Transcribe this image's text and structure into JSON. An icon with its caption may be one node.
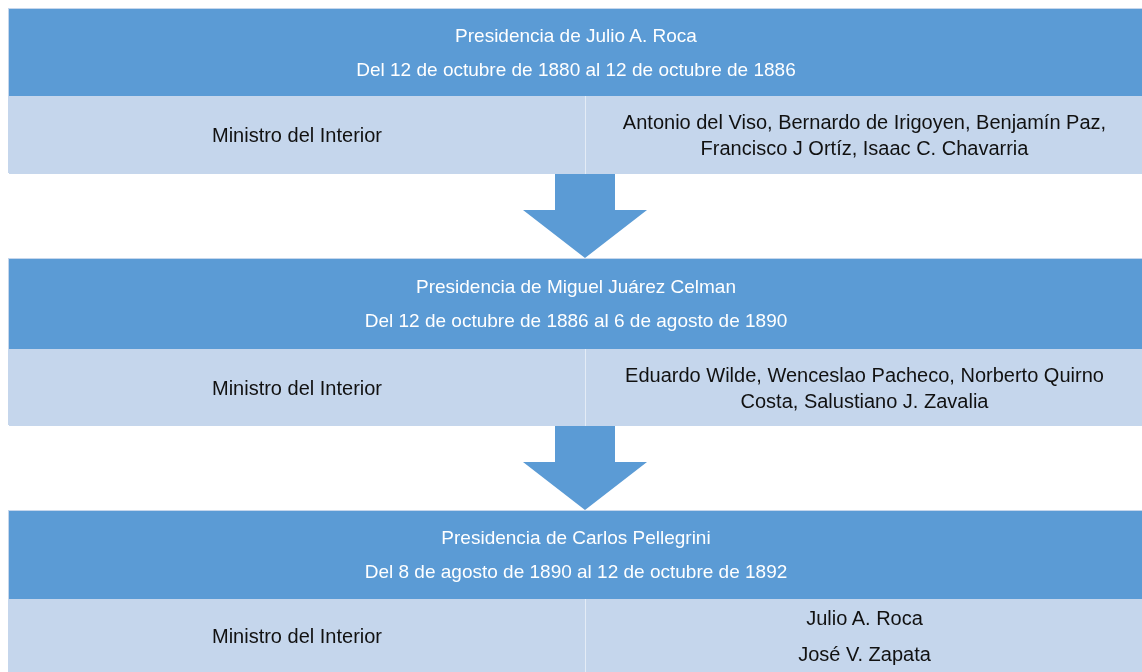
{
  "diagram": {
    "nodes": [
      {
        "text": [],
        "shape": "box"
      },
      {
        "text": [
          "Presidencia de Julio A. Roca",
          "Del 12 de octubre de 1880 al 12 de octubre de 1886"
        ],
        "in": 0
      },
      {
        "text": [
          "Ministro del Interior"
        ],
        "in": 0
      },
      {
        "text": [
          "Antonio del Viso, Bernardo de Irigoyen, Benjamín Paz, Francisco J Ortíz, Isaac C. Chavarria"
        ],
        "in": 0
      },
      {
        "text": [],
        "shape": "box"
      },
      {
        "text": [
          "Presidencia de Miguel Juárez Celman",
          "Del 12 de octubre  de 1886 al  6 de agosto de 1890"
        ],
        "in": 4
      },
      {
        "text": [
          "Ministro del Interior"
        ],
        "in": 4
      },
      {
        "text": [
          "Eduardo Wilde, Wenceslao Pacheco, Norberto Quirno Costa, Salustiano J. Zavalia"
        ],
        "in": 4
      },
      {
        "text": [],
        "shape": "box"
      },
      {
        "text": [
          "Presidencia de Carlos Pellegrini",
          "Del 8 de agosto de 1890 al 12 de octubre de 1892"
        ],
        "in": 8
      },
      {
        "text": [
          "Ministro del Interior"
        ],
        "in": 8
      },
      {
        "text": [
          "Julio A. Roca",
          "José V. Zapata"
        ],
        "in": 8
      }
    ],
    "edges": [
      {
        "from": 0,
        "to": 4,
        "arrow": "to"
      },
      {
        "from": 4,
        "to": 8,
        "arrow": "to"
      }
    ]
  }
}
